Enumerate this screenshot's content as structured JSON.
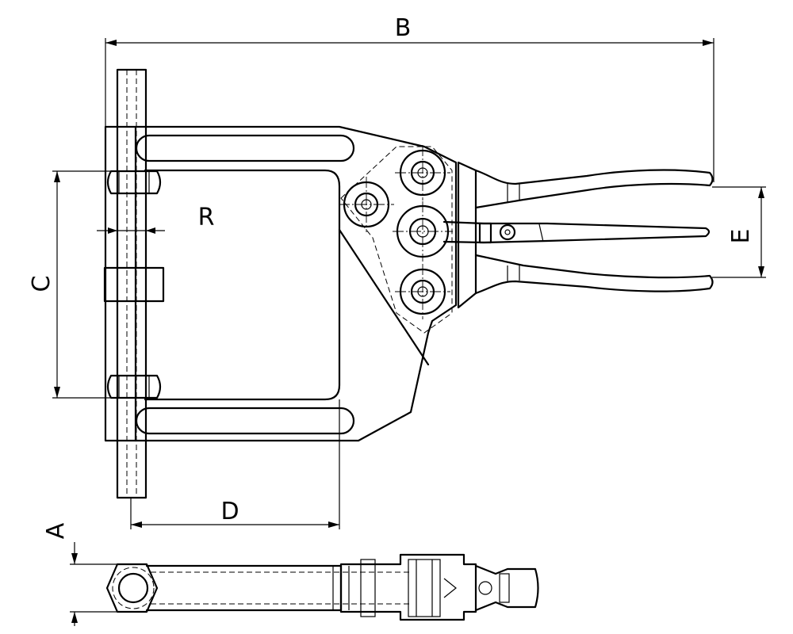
{
  "dimensions": {
    "a": "A",
    "b": "B",
    "c": "C",
    "d": "D",
    "e": "E",
    "r": "R"
  }
}
